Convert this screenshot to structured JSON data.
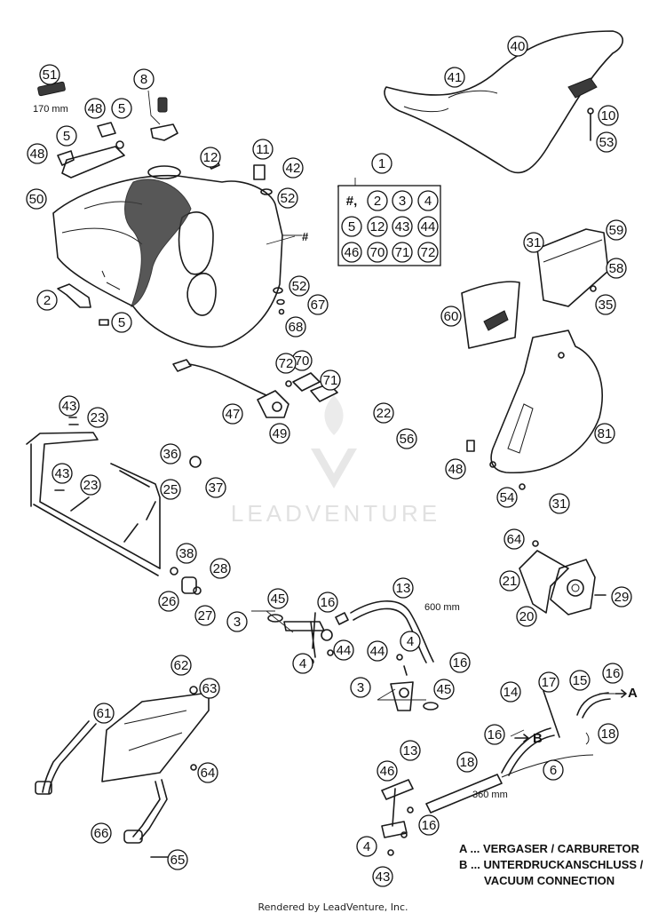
{
  "callouts": [
    "51",
    "8",
    "5",
    "48",
    "5",
    "48",
    "50",
    "12",
    "11",
    "42",
    "52",
    "1",
    "40",
    "41",
    "10",
    "53",
    "2",
    "5",
    "52",
    "67",
    "68",
    "31",
    "59",
    "58",
    "35",
    "60",
    "70",
    "72",
    "71",
    "47",
    "49",
    "22",
    "56",
    "81",
    "48",
    "54",
    "31",
    "43",
    "23",
    "43",
    "23",
    "36",
    "37",
    "25",
    "38",
    "26",
    "28",
    "27",
    "64",
    "21",
    "20",
    "29",
    "45",
    "3",
    "16",
    "4",
    "44",
    "13",
    "44",
    "4",
    "16",
    "3",
    "45",
    "62",
    "63",
    "61",
    "64",
    "66",
    "65",
    "14",
    "17",
    "15",
    "16",
    "16",
    "18",
    "6",
    "46",
    "13",
    "18",
    "4",
    "43",
    "16"
  ],
  "kit_callout": "1",
  "kit_grid": [
    "#,",
    "2",
    "3",
    "4",
    "5",
    "12",
    "43",
    "44",
    "46",
    "70",
    "71",
    "72"
  ],
  "labels": {
    "len_170": "170 mm",
    "len_600": "600 mm",
    "len_360": "360 mm",
    "hash": "#",
    "arrow_a": "A",
    "arrow_b": "B"
  },
  "legend": {
    "line1": "A ... VERGASER / CARBURETOR",
    "line2": "B ... UNTERDRUCKANSCHLUSS /",
    "line3": "VACUUM CONNECTION"
  },
  "watermark": "LEADVENTURE",
  "footer": "Rendered by LeadVenture, Inc."
}
